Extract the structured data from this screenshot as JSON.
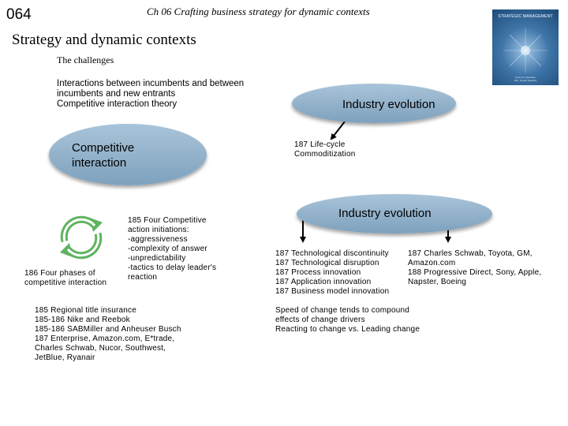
{
  "header": {
    "slide_number": "064",
    "chapter_title": "Ch 06 Crafting business strategy for dynamic contexts"
  },
  "slide": {
    "title": "Strategy and dynamic contexts",
    "subtitle": "The challenges",
    "intro": "Interactions between incumbents and between incumbents and new entrants\nCompetitive interaction theory"
  },
  "book_cover": {
    "title": "STRATEGIC MANAGEMENT",
    "authors": "Kevin R. Carpenter\nWm. Gerard Sanders"
  },
  "left": {
    "ellipse_label": "Competitive\ninteraction",
    "cycle_caption": "186 Four phases of\ncompetitive interaction",
    "initiations": "185 Four Competitive\naction initiations:\n-aggressiveness\n-complexity of answer\n-unpredictability\n-tactics to delay leader's\nreaction",
    "examples": "185 Regional title insurance\n185-186 Nike and Reebok\n185-186 SABMiller and Anheuser Busch\n187 Enterprise, Amazon.com, E*trade,\nCharles Schwab, Nucor, Southwest,\nJetBlue, Ryanair"
  },
  "right": {
    "ellipse_top_label": "Industry evolution",
    "lifecycle": "187 Life-cycle\nCommoditization",
    "ellipse_bottom_label": "Industry evolution",
    "drivers": "187 Technological discontinuity\n187 Technological disruption\n187 Process innovation\n187 Application innovation\n187 Business model innovation",
    "companies": "187 Charles Schwab, Toyota, GM,\nAmazon.com\n188 Progressive Direct, Sony, Apple,\nNapster, Boeing",
    "speed": "Speed of change tends to compound\neffects of change drivers\nReacting to change vs. Leading change"
  },
  "colors": {
    "ellipse": "#8fb0c9",
    "arrow": "#000000",
    "cycle_green": "#5fb35f"
  }
}
